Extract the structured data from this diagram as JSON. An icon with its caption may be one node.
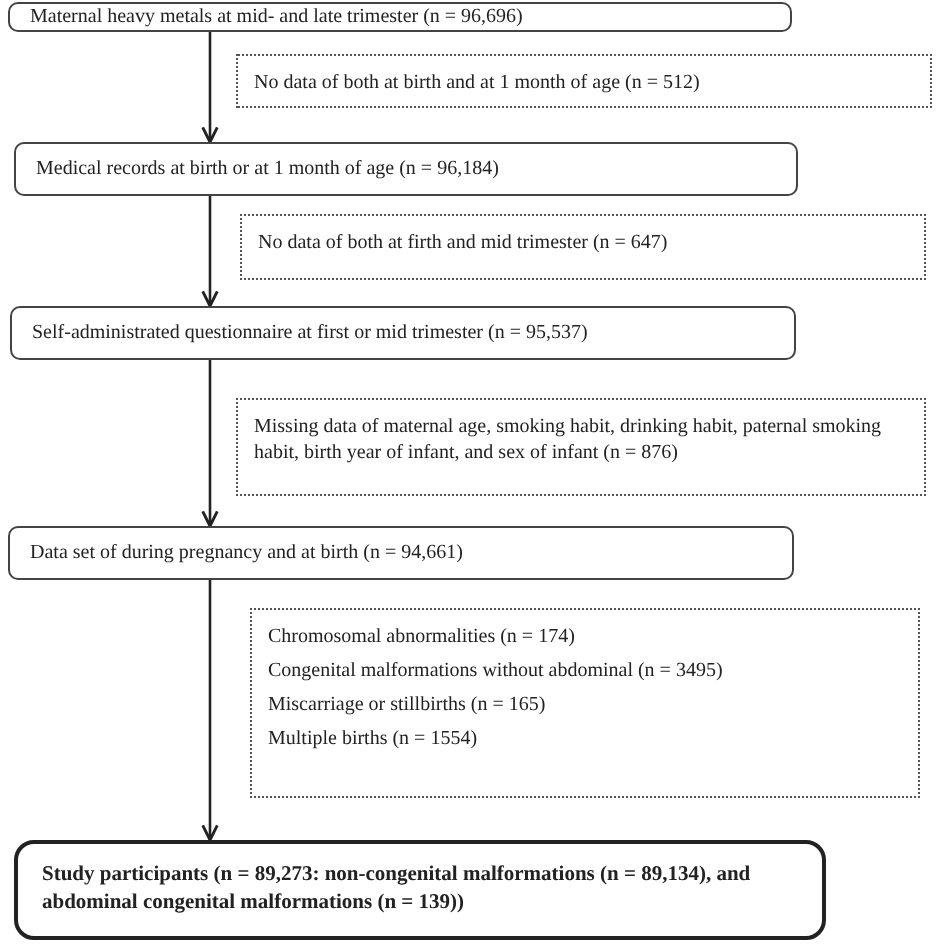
{
  "diagram": {
    "nodes": [
      {
        "text": [
          "Maternal heavy metals at mid- and late trimester (n = 96,696)"
        ]
      },
      {
        "text": [
          "No data of both at birth and at 1 month of age (n = 512)"
        ]
      },
      {
        "text": [
          "Medical records at birth or at 1 month of age (n = 96,184)"
        ]
      },
      {
        "text": [
          "No data of both at firth and mid trimester (n = 647)"
        ]
      },
      {
        "text": [
          "Self-administrated questionnaire at first or mid trimester (n = 95,537)"
        ]
      },
      {
        "text": [
          "Missing data of maternal age, smoking habit, drinking habit, paternal smoking habit, birth year of infant, and sex of infant (n = 876)"
        ]
      },
      {
        "text": [
          "Data set of during pregnancy and at birth (n = 94,661)"
        ]
      },
      {
        "text": [
          "Chromosomal abnormalities (n = 174)",
          "Congenital malformations without abdominal (n = 3495)",
          "Miscarriage or stillbirths (n = 165)",
          "Multiple births (n = 1554)"
        ]
      },
      {
        "text": [
          "Study participants (n = 89,273: non-congenital malformations (n = 89,134), and abdominal congenital malformations (n = 139))"
        ]
      }
    ],
    "edges": [
      {
        "from": 0,
        "to": 2,
        "arrow": "to"
      },
      {
        "from": 2,
        "to": 4,
        "arrow": "to"
      },
      {
        "from": 4,
        "to": 6,
        "arrow": "to"
      },
      {
        "from": 6,
        "to": 8,
        "arrow": "to"
      }
    ]
  }
}
